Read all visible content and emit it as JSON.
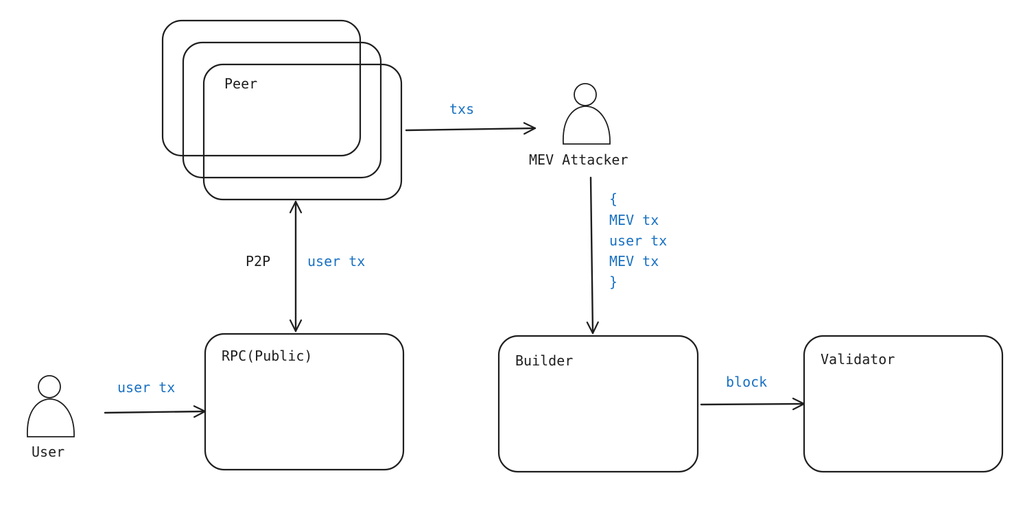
{
  "diagram": {
    "nodes": {
      "peer": "Peer",
      "mev_attacker": "MEV Attacker",
      "rpc": "RPC(Public)",
      "user": "User",
      "builder": "Builder",
      "validator": "Validator"
    },
    "edges": {
      "peer_to_attacker": "txs",
      "p2p": "P2P",
      "p2p_user_tx": "user tx",
      "user_to_rpc": "user tx",
      "attacker_to_builder": [
        "{",
        "MEV tx",
        "user tx",
        "MEV tx",
        "}"
      ],
      "builder_to_validator": "block"
    }
  },
  "colors": {
    "stroke": "#1e1e1e",
    "accent_label": "#1971c2",
    "background": "#ffffff"
  }
}
